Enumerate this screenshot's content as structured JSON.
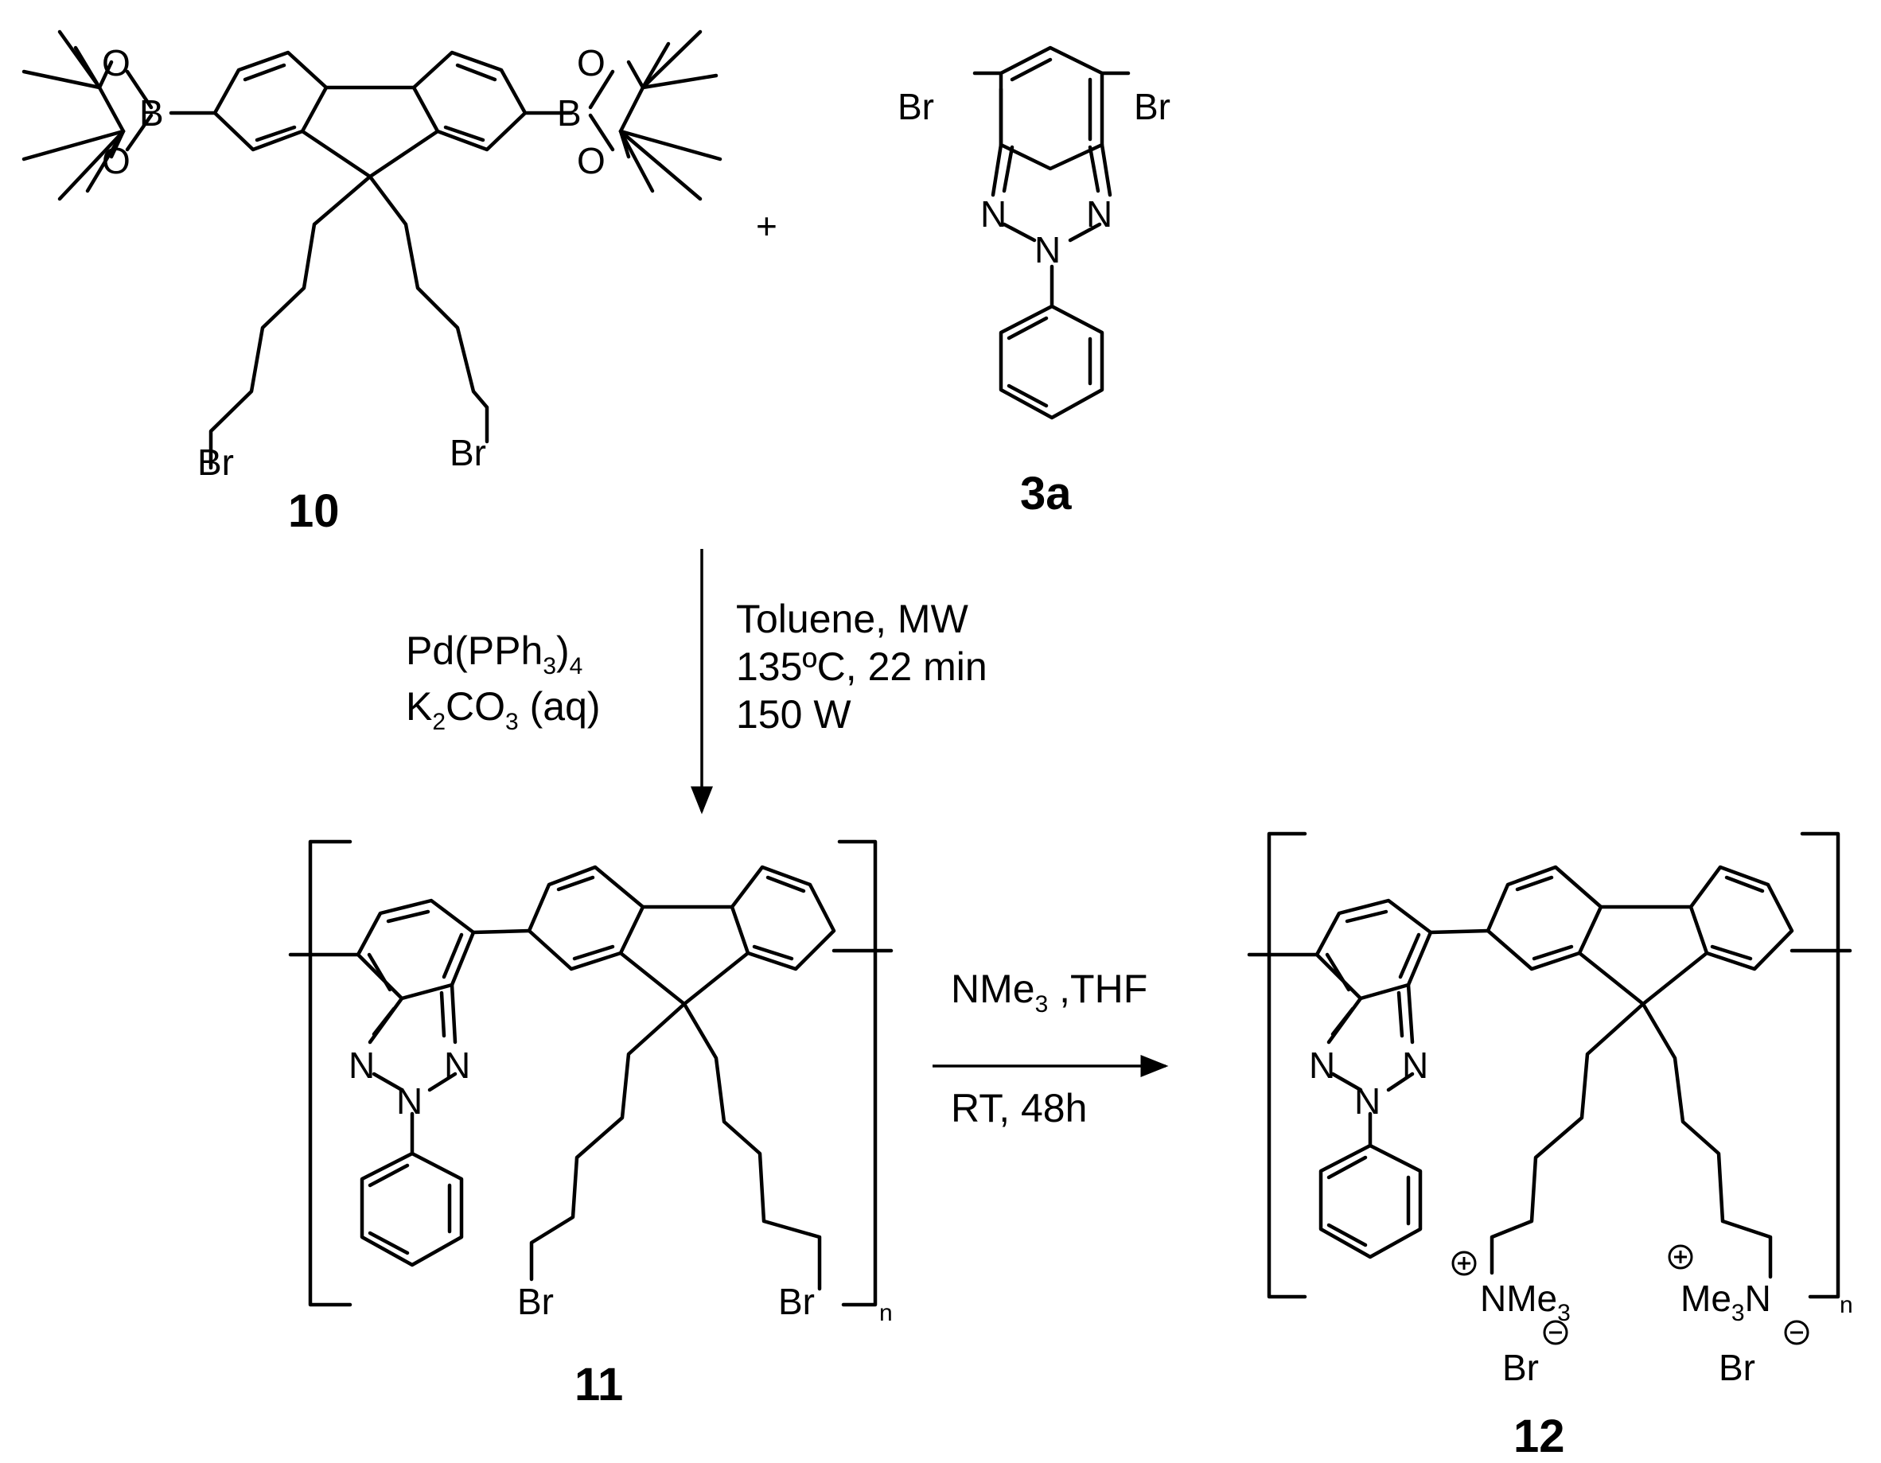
{
  "compounds": {
    "c10": {
      "label": "10"
    },
    "c3a": {
      "label": "3a"
    },
    "c11": {
      "label": "11"
    },
    "c12": {
      "label": "12"
    }
  },
  "atoms": {
    "O": "O",
    "B": "B",
    "Br": "Br",
    "N": "N",
    "NMe3": "NMe",
    "Me3N_me": "Me",
    "Me3N_n": "N",
    "sub3": "3",
    "repeat_n": "n"
  },
  "plus": "+",
  "reaction1": {
    "left": {
      "cat_main": "Pd(PPh",
      "cat_sub1": "3",
      "cat_close": ")",
      "cat_sub2": "4",
      "base_k": "K",
      "base_sub1": "2",
      "base_co": "CO",
      "base_sub2": "3",
      "base_aq": " (aq)"
    },
    "right": {
      "line1": "Toluene,  MW",
      "line2": "135ºC, 22 min",
      "line3": "150 W"
    }
  },
  "reaction2": {
    "above_main": "NMe",
    "above_sub": "3",
    "above_rest": " ,THF",
    "below": "RT, 48h"
  }
}
